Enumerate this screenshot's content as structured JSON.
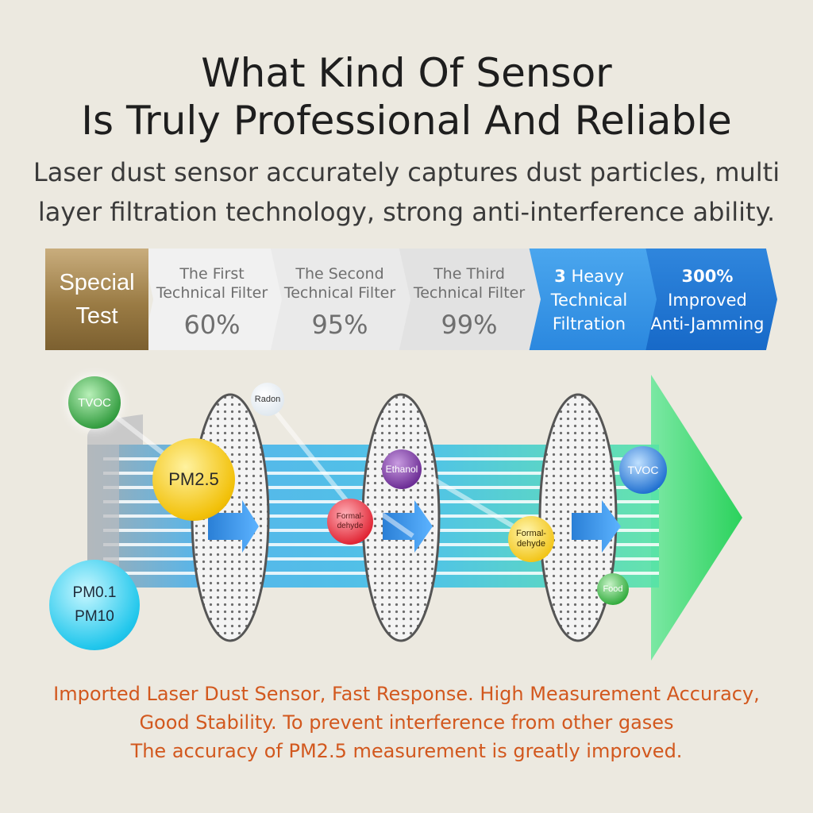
{
  "title": {
    "line1": "What Kind Of Sensor",
    "line2": "Is Truly Professional And Reliable"
  },
  "subtitle": {
    "line1": "Laser dust sensor accurately captures dust particles, multi",
    "line2": "layer filtration technology, strong anti-interference ability."
  },
  "band": {
    "special": {
      "line1": "Special",
      "line2": "Test"
    },
    "steps": [
      {
        "line1": "The First",
        "line2": "Technical Filter",
        "value": "60%"
      },
      {
        "line1": "The Second",
        "line2": "Technical Filter",
        "value": "95%"
      },
      {
        "line1": "The Third",
        "line2": "Technical Filter",
        "value": "99%"
      }
    ],
    "heavy": {
      "num": "3",
      "word": "Heavy",
      "line2": "Technical",
      "line3": "Filtration"
    },
    "improved": {
      "pct": "300%",
      "line2": "Improved",
      "line3": "Anti-Jamming"
    }
  },
  "particles": {
    "tvoc_left": "TVOC",
    "radon": "Radon",
    "pm25": "PM2.5",
    "pm01": "PM0.1",
    "pm10": "PM10",
    "ethanol": "Ethanol",
    "formal_red": "Formal-\ndehyde",
    "formal_yellow": "Formal-\ndehyde",
    "tvoc_right": "TVOC",
    "food": "Food"
  },
  "colors": {
    "footer_text": "#d2581e",
    "arrow_green": "#3ad46a",
    "flow_blue": "#3aa6e8"
  },
  "footer": {
    "line1": "Imported Laser Dust Sensor, Fast Response. High Measurement Accuracy,",
    "line2": "Good Stability. To prevent interference from other gases",
    "line3": "The accuracy of PM2.5 measurement is greatly improved."
  }
}
